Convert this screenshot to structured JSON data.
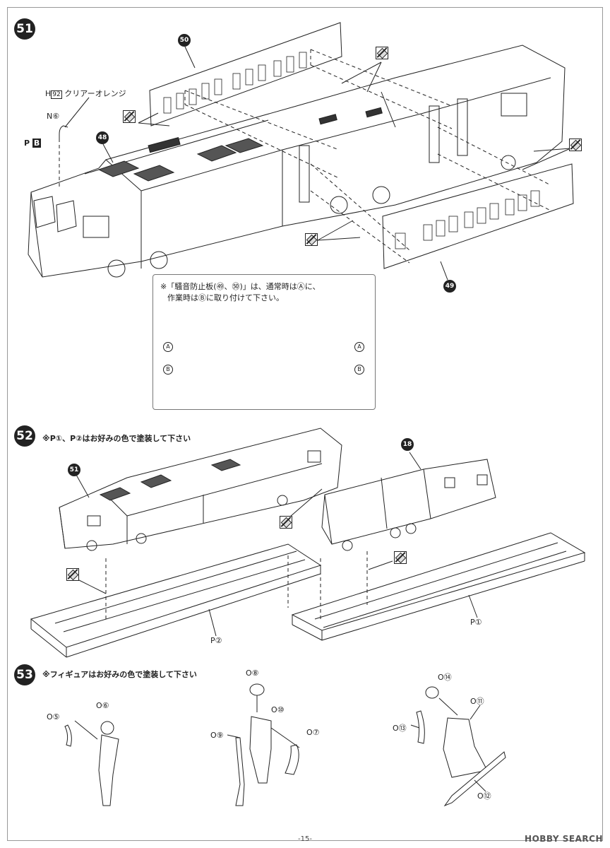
{
  "step51": {
    "badge": "51",
    "parts": {
      "p50": "50",
      "p48": "48",
      "p49": "49"
    },
    "paint_code": "H",
    "paint_num": "92",
    "paint_name": "クリアーオレンジ",
    "part_n6": "N⑥",
    "part_pb_p": "P",
    "part_pb_b": "B",
    "callout_line1": "※「騒音防止板(㊾、㊿)」は、通常時はⒶに、",
    "callout_line2": "作業時はⒷに取り付けて下さい。",
    "marker_a": "A",
    "marker_b": "B"
  },
  "step52": {
    "badge": "52",
    "note": "※P①、P②はお好みの色で塗装して下さい",
    "part51": "51",
    "part18": "18",
    "p2": "P②",
    "p1": "P①"
  },
  "step53": {
    "badge": "53",
    "note": "※フィギュアはお好みの色で塗装して下さい",
    "o5": "O⑤",
    "o6": "O⑥",
    "o8": "O⑧",
    "o9": "O⑨",
    "o10": "O⑩",
    "o7": "O⑦",
    "o14": "O⑭",
    "o11": "O⑪",
    "o13": "O⑬",
    "o12": "O⑫"
  },
  "footer": {
    "page": "-15-",
    "watermark": "HOBBY SEARCH"
  }
}
